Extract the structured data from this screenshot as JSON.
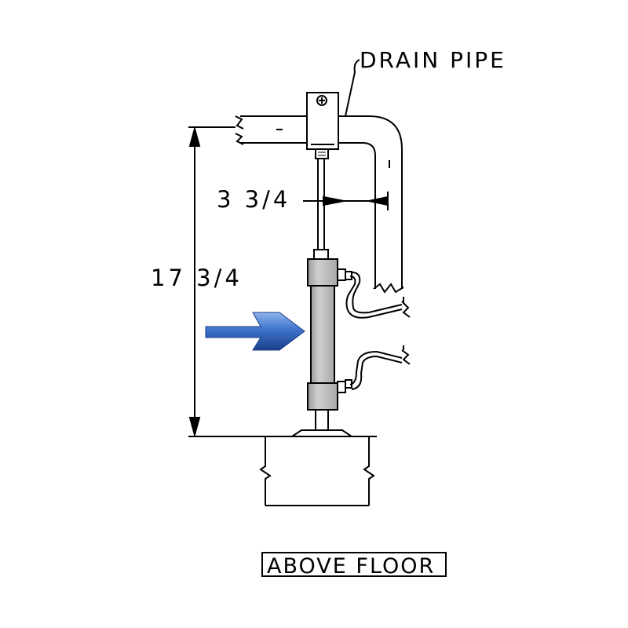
{
  "labels": {
    "drain_pipe": "DRAIN PIPE",
    "above_floor": "ABOVE FLOOR"
  },
  "dimensions": {
    "offset": "3 3/4",
    "height": "17 3/4"
  },
  "colors": {
    "line": "#000000",
    "cylinder_fill": "#bdbdbd",
    "arrow_blue": "#2a5db8",
    "arrow_light": "#7aa3e6"
  },
  "icons": {
    "pointer": "right-arrow-icon"
  }
}
